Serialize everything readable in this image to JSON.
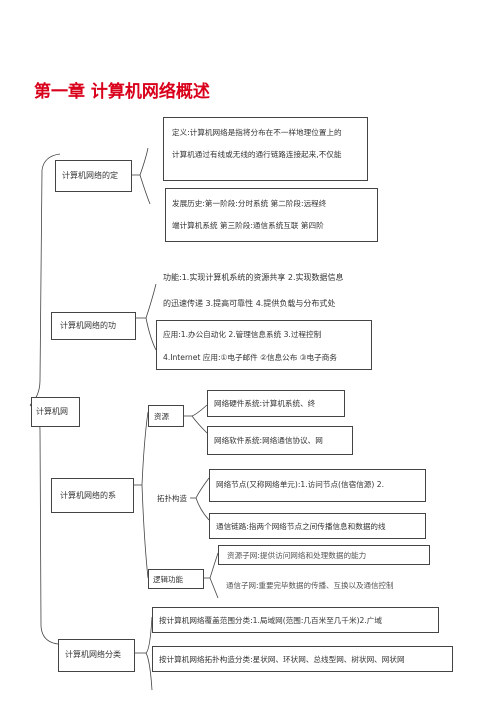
{
  "title": "第一章   计算机网络概述",
  "root": "计算机网",
  "branches": {
    "b1": "计算机网络的定",
    "b2": "计算机网络的功",
    "b3": "计算机网络的系",
    "b4": "计算机网络分类"
  },
  "b1_def": [
    "定义:计算机网络是指将分布在不一样地理位置上的",
    "计算机通过有线或无线的通行链路连接起来,不仅能"
  ],
  "b1_hist": [
    "发展历史:第一阶段:分时系统   第二阶段:远程终",
    "端计算机系统    第三阶段:通信系统互联    第四阶"
  ],
  "b2_func": [
    "功能:1.实现计算机系统的资源共享    2.实现数据信息",
    "的迅速传递    3.提高可靠性    4.提供负载与分布式处"
  ],
  "b2_app": [
    "应用:1.办公自动化    2.管理信息系统    3.过程控制",
    "4.Internet 应用:①电子邮件 ②信息公布 ③电子商务"
  ],
  "b3_subs": {
    "s1": "资源",
    "s2": "拓扑构造",
    "s3": "逻辑功能"
  },
  "b3_res_hw": "网络硬件系统:计算机系统、终",
  "b3_res_sw": "网络软件系统:网络通信协议、网",
  "b3_topo_node": "网络节点(又称网络单元):1.访问节点(信宿信源)  2.",
  "b3_topo_link": "通信链路:指两个网络节点之间传播信息和数据的线",
  "b3_logic_res": "资源子网:提供访问网络和处理数据的能力",
  "b3_logic_comm": "通信子网:重要完毕数据的传播、互换以及通信控制",
  "b4_cover": "按计算机网络覆盖范围分类:1.局域网(范围:几百米至几千米)2.广域",
  "b4_topo": "按计算机网络拓扑构造分类:星状网、环状网、总线型网、树状网、网状网"
}
